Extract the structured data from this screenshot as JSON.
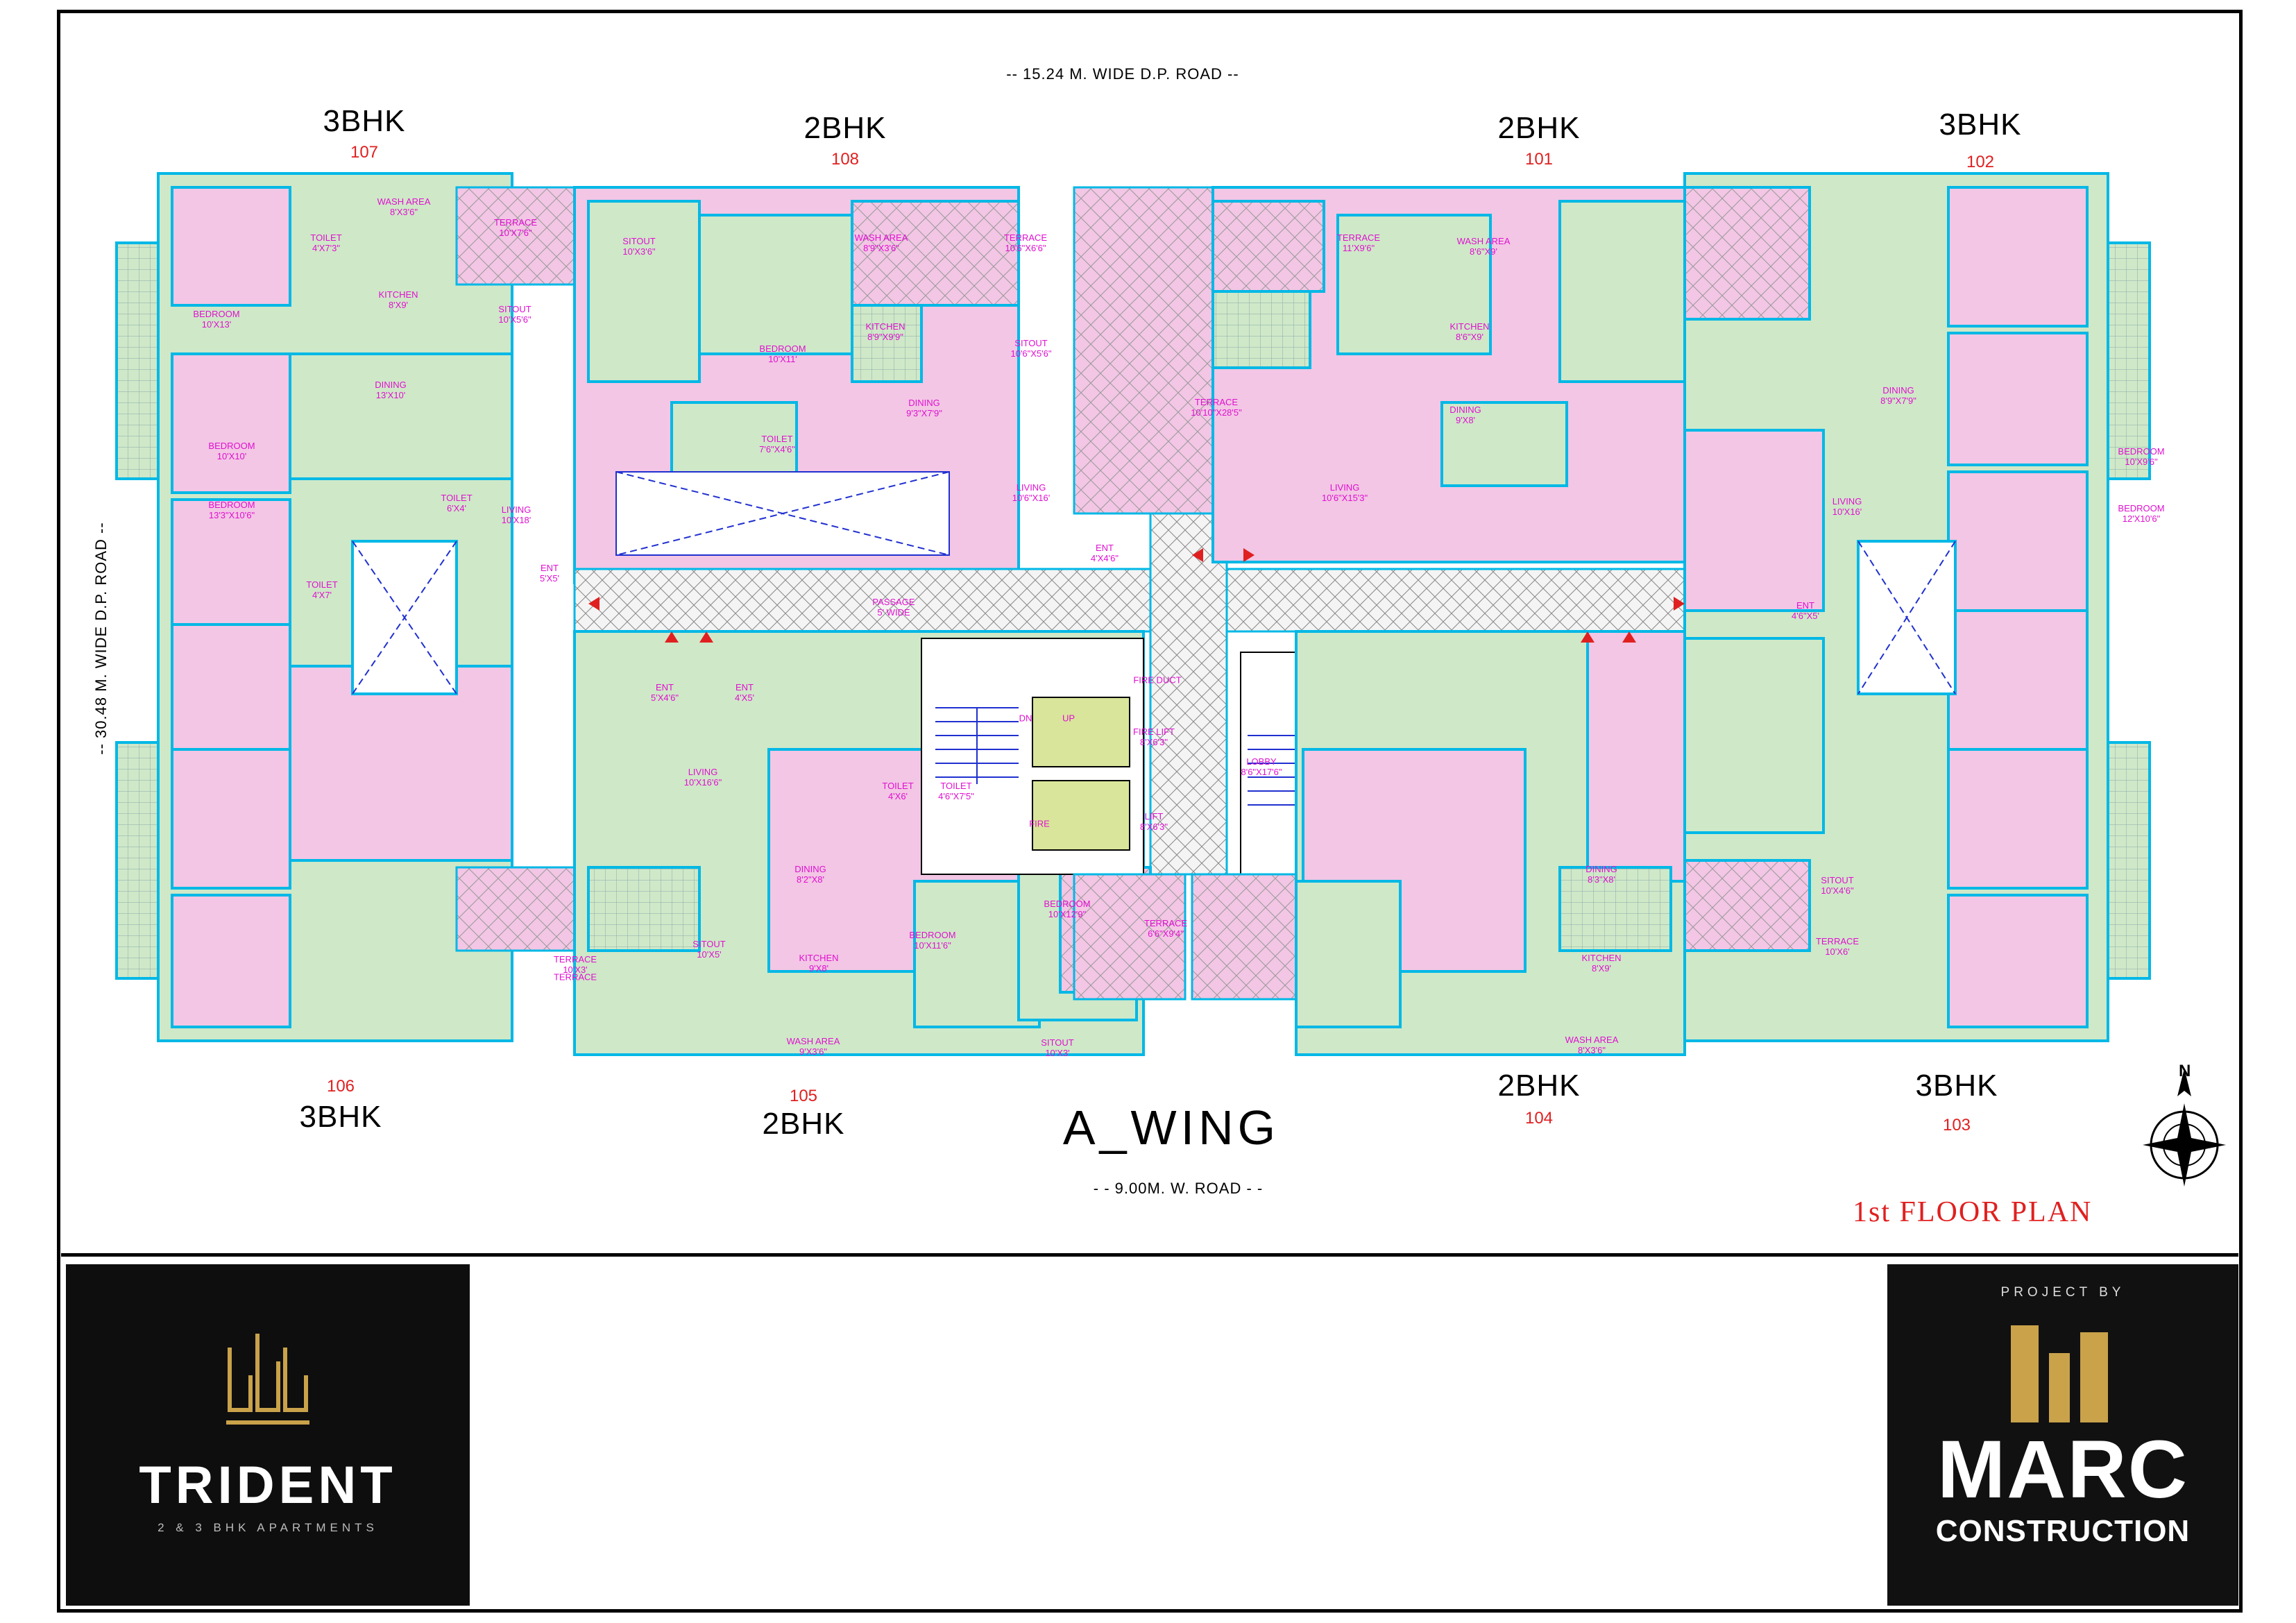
{
  "plan": {
    "road_top": "-- 15.24 M.  WIDE  D.P. ROAD --",
    "road_left": "-- 30.48 M.  WIDE  D.P. ROAD --",
    "road_bottom": "- - 9.00M. W. ROAD - -",
    "wing": "A_WING",
    "title": "1st  FLOOR  PLAN",
    "compass_n": "N",
    "units": [
      {
        "type": "3BHK",
        "number": "107"
      },
      {
        "type": "2BHK",
        "number": "108"
      },
      {
        "type": "2BHK",
        "number": "101"
      },
      {
        "type": "3BHK",
        "number": "102"
      },
      {
        "type": "3BHK",
        "number": "106"
      },
      {
        "type": "2BHK",
        "number": "105"
      },
      {
        "type": "2BHK",
        "number": "104"
      },
      {
        "type": "3BHK",
        "number": "103"
      }
    ],
    "rooms": [
      {
        "name": "WASH AREA",
        "size": "8'X3'6\""
      },
      {
        "name": "TOILET",
        "size": "4'X7'3\""
      },
      {
        "name": "BEDROOM",
        "size": "10'X13'"
      },
      {
        "name": "KITCHEN",
        "size": "8'X9'"
      },
      {
        "name": "TERRACE",
        "size": "10'X7'6\""
      },
      {
        "name": "SITOUT",
        "size": "10'X5'6\""
      },
      {
        "name": "DINING",
        "size": "13'X10'"
      },
      {
        "name": "BEDROOM",
        "size": "10'X10'"
      },
      {
        "name": "BEDROOM",
        "size": "13'3\"X10'6\""
      },
      {
        "name": "LIVING",
        "size": "10'X18'"
      },
      {
        "name": "TOILET",
        "size": "6'X4'"
      },
      {
        "name": "TOILET",
        "size": "4'X7'"
      },
      {
        "name": "ENT",
        "size": "5'X5'"
      },
      {
        "name": "SITOUT",
        "size": "10'X3'6\""
      },
      {
        "name": "WASH AREA",
        "size": "8'9\"X3'6\""
      },
      {
        "name": "TERRACE",
        "size": "10'6\"X6'6\""
      },
      {
        "name": "BEDROOM",
        "size": "10'X11'"
      },
      {
        "name": "KITCHEN",
        "size": "8'9\"X9'9\""
      },
      {
        "name": "SITOUT",
        "size": "10'6\"X5'6\""
      },
      {
        "name": "DINING",
        "size": "9'3\"X7'9\""
      },
      {
        "name": "TOILET",
        "size": "7'6\"X4'6\""
      },
      {
        "name": "LIVING",
        "size": "10'6\"X16'"
      },
      {
        "name": "ENT",
        "size": "4'X4'6\""
      },
      {
        "name": "TERRACE",
        "size": "11'X9'6\""
      },
      {
        "name": "TERRACE",
        "size": "10'10\"X28'5\""
      },
      {
        "name": "PASSAGE",
        "size": "5' WIDE"
      },
      {
        "name": "WASH AREA",
        "size": "8'6\"X9'"
      },
      {
        "name": "KITCHEN",
        "size": "8'6\"X9'"
      },
      {
        "name": "DINING",
        "size": "9'X8'"
      },
      {
        "name": "LIVING",
        "size": "10'6\"X15'3\""
      },
      {
        "name": "LIVING",
        "size": "10'X16'"
      },
      {
        "name": "DINING",
        "size": "8'9\"X7'9\""
      },
      {
        "name": "BEDROOM",
        "size": "10'X9'6\""
      },
      {
        "name": "BEDROOM",
        "size": "12'X10'6\""
      },
      {
        "name": "ENT",
        "size": "4'6\"X5'"
      },
      {
        "name": "ENT",
        "size": "5'X4'6\""
      },
      {
        "name": "ENT",
        "size": "4'X5'"
      },
      {
        "name": "LIVING",
        "size": "10'X16'6\""
      },
      {
        "name": "DINING",
        "size": "8'2\"X8'"
      },
      {
        "name": "TOILET",
        "size": "4'X6'"
      },
      {
        "name": "TOILET",
        "size": "4'6\"X7'5\""
      },
      {
        "name": "BEDROOM",
        "size": "10'X12'9\""
      },
      {
        "name": "BEDROOM",
        "size": "10'X11'6\""
      },
      {
        "name": "KITCHEN",
        "size": "9'X8'"
      },
      {
        "name": "SITOUT",
        "size": "10'X5'"
      },
      {
        "name": "SITOUT",
        "size": "10'X3'"
      },
      {
        "name": "WASH AREA",
        "size": "9'X3'6\""
      },
      {
        "name": "TERRACE",
        "size": "6'6\"X9'4\""
      },
      {
        "name": "TERRACE",
        "size": "10'X3'"
      },
      {
        "name": "TERRACE",
        "size": "10'X6'"
      },
      {
        "name": "FIRE DUCT",
        "size": ""
      },
      {
        "name": "FIRE LIFT",
        "size": "8'X6'3\""
      },
      {
        "name": "LIFT",
        "size": "8'X6'3\""
      },
      {
        "name": "LOBBY",
        "size": "8'6\"X17'6\""
      },
      {
        "name": "DINING",
        "size": "8'3\"X8'"
      },
      {
        "name": "KITCHEN",
        "size": "8'X9'"
      },
      {
        "name": "WASH AREA",
        "size": "8'X3'6\""
      },
      {
        "name": "SITOUT",
        "size": "10'X4'6\""
      },
      {
        "name": "TERRACE",
        "size": "10'X3'"
      },
      {
        "name": "DN",
        "size": ""
      },
      {
        "name": "UP",
        "size": ""
      },
      {
        "name": "FIRE",
        "size": ""
      }
    ]
  },
  "branding": {
    "left_name": "TRIDENT",
    "left_sub": "2 & 3 BHK APARTMENTS",
    "right_top": "PROJECT BY",
    "right_name": "MARC",
    "right_sub": "CONSTRUCTION"
  },
  "colors": {
    "pink_room": "#f2c6e4",
    "green_room": "#cfe8c8",
    "wall": "#00b8e6",
    "label": "#e010d0",
    "title_red": "#e02020",
    "lift_fill": "#d9e59a",
    "gold": "#c9a24a"
  }
}
